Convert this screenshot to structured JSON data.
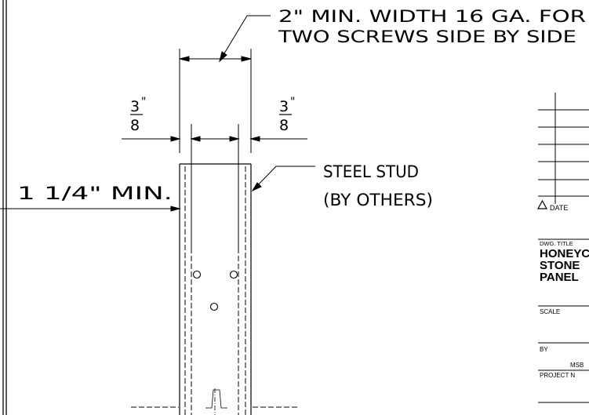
{
  "notes": {
    "width_line1": "2\" MIN. WIDTH 16 GA. FOR",
    "width_line2": "TWO SCREWS SIDE BY SIDE",
    "stud_line1": "STEEL STUD",
    "stud_line2": "(BY OTHERS)",
    "min_dim": "1 1/4\" MIN."
  },
  "dimensions": {
    "left_num": "3",
    "left_inch": "\"",
    "left_den": "8",
    "right_num": "3",
    "right_inch": "\"",
    "right_den": "8"
  },
  "title_block": {
    "date_label": "DATE",
    "dwg_title_label": "DWG. TITLE",
    "title_line1": "HONEYC",
    "title_line2": "STONE",
    "title_line3": "PANEL",
    "scale_label": "SCALE",
    "by_label": "BY",
    "by_value": "MSB",
    "project_label": "PROJECT N"
  }
}
